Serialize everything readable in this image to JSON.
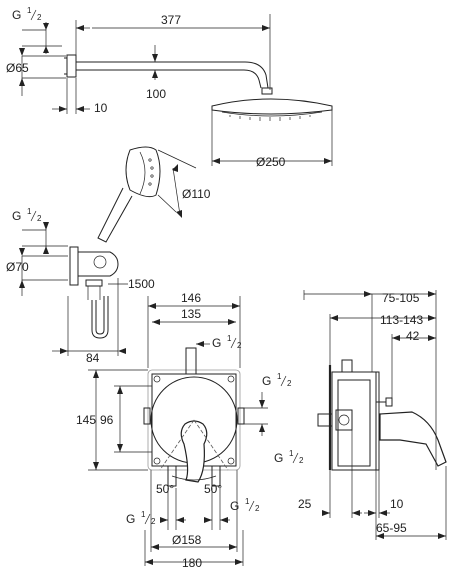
{
  "dimensions": {
    "thread_top": "G",
    "thread_top_sup": "1",
    "thread_top_sub": "2",
    "arm_length": "377",
    "flange_diameter": "Ø65",
    "arm_drop": "100",
    "flange_depth": "10",
    "head_diameter": "Ø250",
    "hand_shower_diameter": "Ø110",
    "thread_holder": "G",
    "thread_holder_sup": "1",
    "thread_holder_sub": "2",
    "holder_diameter": "Ø70",
    "hose_length": "1500",
    "holder_depth": "84",
    "width_146": "146",
    "width_135": "135",
    "thread_mid": "G",
    "thread_mid_sup": "1",
    "thread_mid_sub": "2",
    "thread_right": "G",
    "thread_right_sup": "1",
    "thread_right_sub": "2",
    "height_145": "145",
    "height_96": "96",
    "thread_right_low": "G",
    "thread_right_low_sup": "1",
    "thread_right_low_sub": "2",
    "angle_left": "50°",
    "angle_right": "50°",
    "thread_bottom_left": "G",
    "thread_bottom_left_sup": "1",
    "thread_bottom_left_sub": "2",
    "thread_bottom_right": "G",
    "thread_bottom_right_sup": "1",
    "thread_bottom_right_sub": "2",
    "plate_diameter": "Ø158",
    "box_width": "180",
    "install_range": "75-105",
    "depth_range": "113-143",
    "depth_42": "42",
    "wall_25": "25",
    "depth_10": "10",
    "depth_65_95": "65-95"
  }
}
